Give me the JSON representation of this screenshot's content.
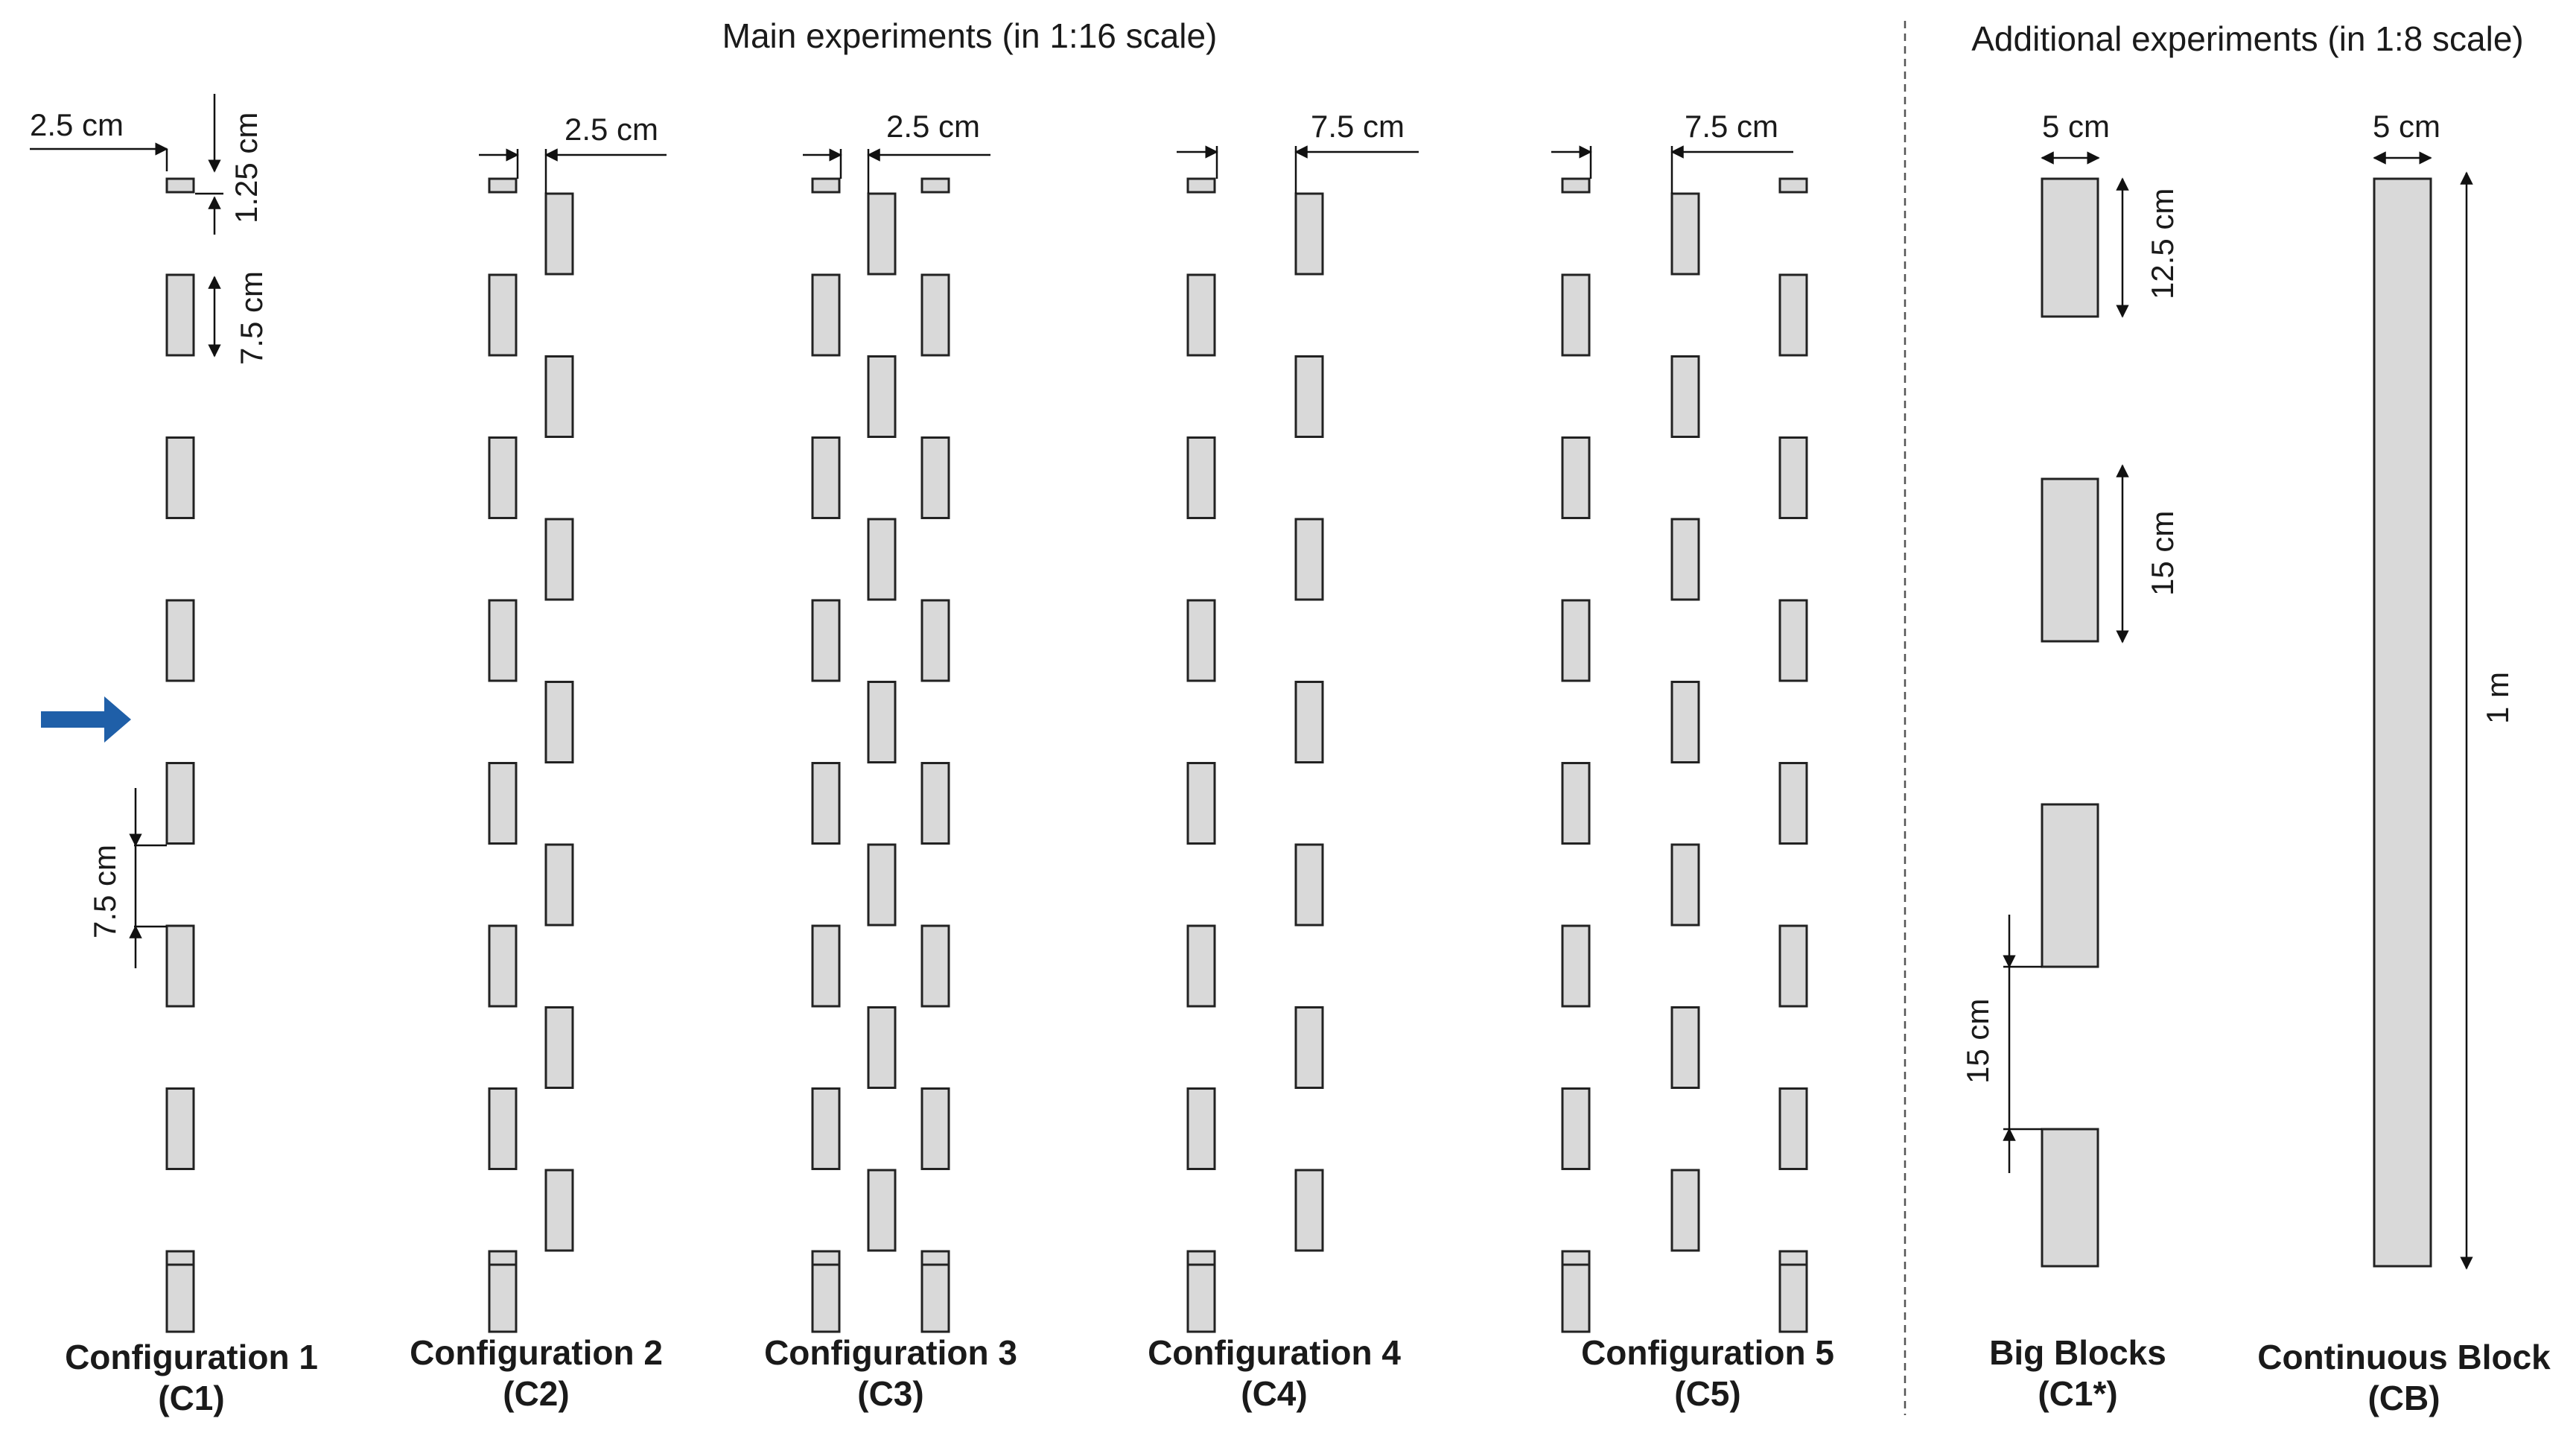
{
  "headers": {
    "main": "Main experiments (in 1:16 scale)",
    "additional": "Additional experiments (in 1:8 scale)"
  },
  "dimensions": {
    "c1_gap": "2.5 cm",
    "c1_end": "1.25 cm",
    "c1_len": "7.5 cm",
    "c1_spacing": "7.5 cm",
    "c2_gap": "2.5 cm",
    "c3_gap": "2.5 cm",
    "c4_gap": "7.5 cm",
    "c5_gap": "7.5 cm",
    "big_w": "5 cm",
    "big_end": "12.5 cm",
    "big_len": "15 cm",
    "big_spacing": "15 cm",
    "cb_w": "5 cm",
    "cb_len": "1 m"
  },
  "configs": [
    {
      "name": "Configuration 1",
      "code": "(C1)"
    },
    {
      "name": "Configuration 2",
      "code": "(C2)"
    },
    {
      "name": "Configuration 3",
      "code": "(C3)"
    },
    {
      "name": "Configuration 4",
      "code": "(C4)"
    },
    {
      "name": "Configuration 5",
      "code": "(C5)"
    },
    {
      "name": "Big Blocks",
      "code": "(C1*)"
    },
    {
      "name": "Continuous Block",
      "code": "(CB)"
    }
  ],
  "colors": {
    "block_fill": "#d9d9d9",
    "flow_arrow": "#1f5fa8"
  },
  "icons": {
    "flow_direction": "arrow-right-icon"
  }
}
